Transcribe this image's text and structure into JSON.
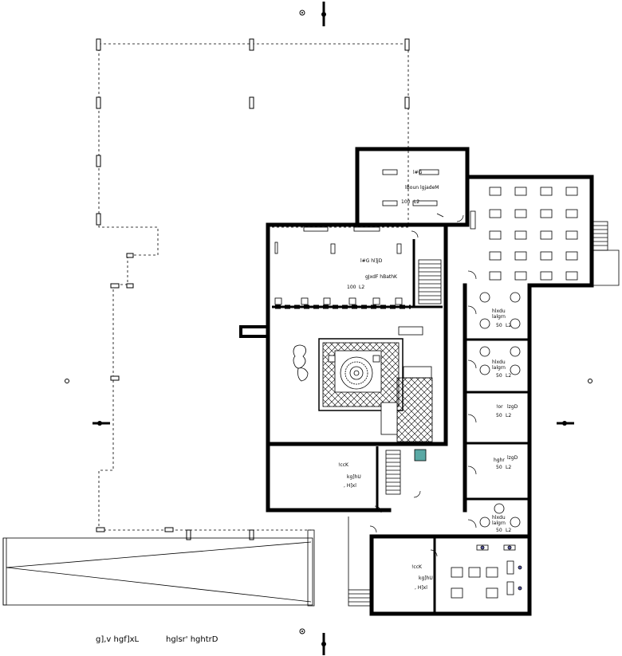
{
  "caption": {
    "left": "g],v hgf]xL",
    "right": "hglsr' hghtrD"
  },
  "rooms": {
    "top_room_a": "l#G",
    "top_room_b": "lBoun lgjadeM",
    "top_room_num": "100",
    "top_room_l2": "L2",
    "hall_a": "l#G hl]jD",
    "hall_b": "gJxdF hBathK",
    "hall_num": "100",
    "hall_l2": "L2",
    "bottom_left_a": "!ccK",
    "bottom_left_b": "kg]hU",
    "bottom_left_c": ", H]xl",
    "bottom_right_a": "!ccK",
    "bottom_right_b": "kg]hU",
    "bottom_right_c": ", H]xl",
    "r1_a": "hlxdu",
    "r1_b": "lalgrn",
    "r1_num": "50",
    "r1_l2": "L2",
    "r2_a": "hlxdu",
    "r2_b": "lalgrn",
    "r2_num": "50",
    "r2_l2": "L2",
    "r3_a": "!or",
    "r3_b": "lzgD",
    "r3_num": "50",
    "r3_l2": "L2",
    "r4_a": "hghr",
    "r4_b": "lzgD",
    "r4_num": "50",
    "r4_l2": "L2",
    "r5_a": "hlxdu",
    "r5_b": "lalgrn",
    "r5_num": "50",
    "r5_l2": "L2"
  },
  "icons": {
    "north_arrow": "north-arrow-icon",
    "section_marker": "section-marker-icon"
  }
}
